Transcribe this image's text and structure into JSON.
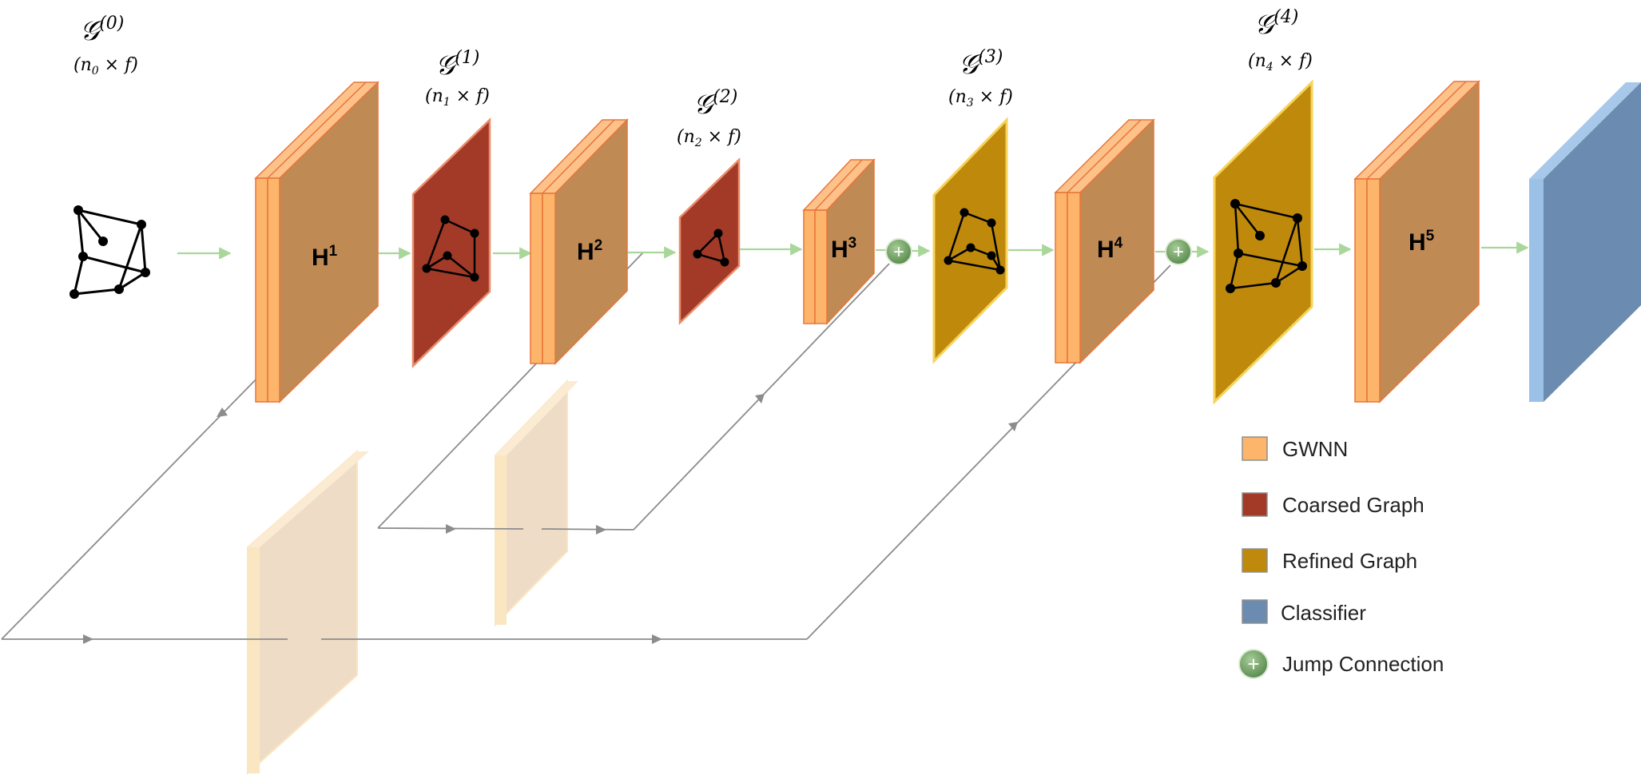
{
  "colors": {
    "gwnn": "#FDB56B",
    "gwnn_side": "#C08A55",
    "gwnn_edge": "#E8753A",
    "coarsed": "#A23A27",
    "coarsed_edge": "#E98D6C",
    "refined": "#BF8A0B",
    "refined_edge": "#F6D35A",
    "classifier": "#6B8CB0",
    "classifier_edge": "#9BC2E6",
    "ghost": "#F2E2CF",
    "ghost_edge": "#FBE6C2",
    "flow_arrow": "#A9D79A",
    "skip_arrow": "#8C8C8C",
    "jump": "#6FA05F"
  },
  "graphs": [
    {
      "symbol": "𝒢",
      "index": "(0)",
      "dim_n": "n",
      "dim_sub": "0",
      "dim_rest": " × f"
    },
    {
      "symbol": "𝒢",
      "index": "(1)",
      "dim_n": "n",
      "dim_sub": "1",
      "dim_rest": " × f"
    },
    {
      "symbol": "𝒢",
      "index": "(2)",
      "dim_n": "n",
      "dim_sub": "2",
      "dim_rest": " × f"
    },
    {
      "symbol": "𝒢",
      "index": "(3)",
      "dim_n": "n",
      "dim_sub": "3",
      "dim_rest": " × f"
    },
    {
      "symbol": "𝒢",
      "index": "(4)",
      "dim_n": "n",
      "dim_sub": "4",
      "dim_rest": " × f"
    }
  ],
  "layers": [
    {
      "label": "H",
      "sup": "1"
    },
    {
      "label": "H",
      "sup": "2"
    },
    {
      "label": "H",
      "sup": "3"
    },
    {
      "label": "H",
      "sup": "4"
    },
    {
      "label": "H",
      "sup": "5"
    }
  ],
  "jump_symbol": "+",
  "legend": [
    {
      "label": "GWNN",
      "icon": "gwnn-swatch"
    },
    {
      "label": "Coarsed Graph",
      "icon": "coarsed-swatch"
    },
    {
      "label": "Refined Graph",
      "icon": "refined-swatch"
    },
    {
      "label": "Classifier",
      "icon": "classifier-swatch"
    },
    {
      "label": "Jump Connection",
      "icon": "jump-connection-icon"
    }
  ]
}
